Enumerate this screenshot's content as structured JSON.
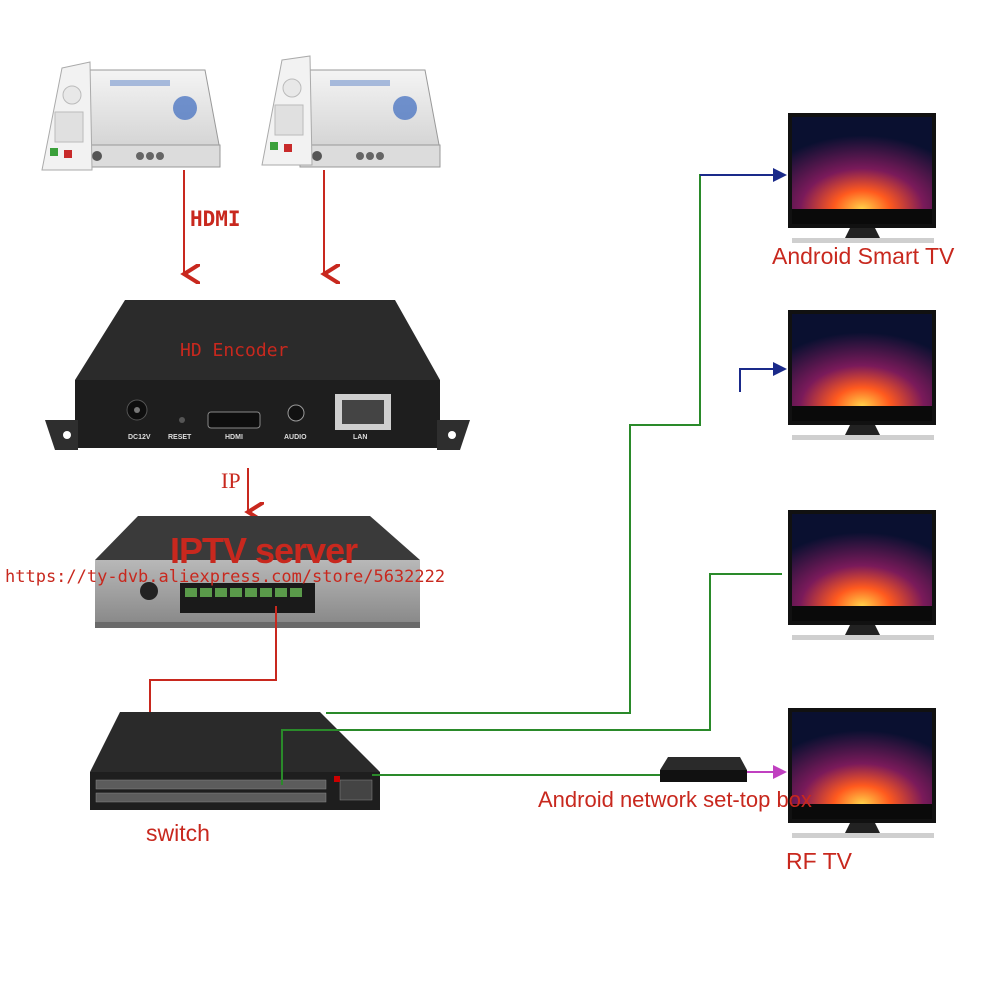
{
  "labels": {
    "hdmi": "HDMI",
    "hd_encoder": "HD Encoder",
    "ip": "IP",
    "iptv_server": "IPTV server",
    "store_url": "https://ty-dvb.aliexpress.com/store/5632222",
    "switch": "switch",
    "android_smart_tv": "Android Smart TV",
    "android_stb": "Android network set-top box",
    "rf_tv": "RF TV"
  },
  "encoder_ports": {
    "dc": "DC12V",
    "reset": "RESET",
    "hdmi": "HDMI",
    "audio": "AUDIO",
    "lan": "LAN"
  },
  "colors": {
    "arrow_red": "#c8281e",
    "line_green": "#2a8a2a",
    "line_navy": "#1a2a8a",
    "arrow_magenta": "#c040c0",
    "device_black": "#1e1e1e",
    "tv_glow": "#ff5a1e"
  }
}
